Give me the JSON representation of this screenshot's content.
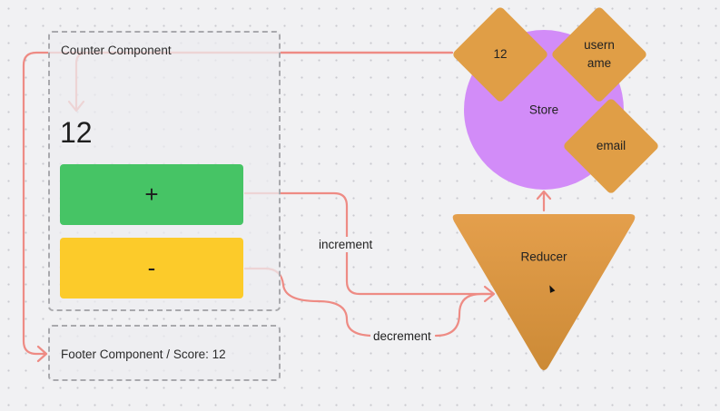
{
  "counter_component": {
    "title": "Counter Component",
    "count": "12",
    "increment_label": "+",
    "decrement_label": "-"
  },
  "footer_component": {
    "title": "Footer Component / Score: 12"
  },
  "store": {
    "label": "Store",
    "fields": [
      "12",
      "usern ame",
      "email"
    ]
  },
  "reducer": {
    "label": "Reducer"
  },
  "actions": {
    "increment": "increment",
    "decrement": "decrement"
  },
  "colors": {
    "increment_button": "#46c465",
    "decrement_button": "#fccb2a",
    "store": "#d28cf8",
    "reducer": "#e09e46",
    "arrows": "#ee8b84",
    "box_border": "#a9a9ad"
  }
}
